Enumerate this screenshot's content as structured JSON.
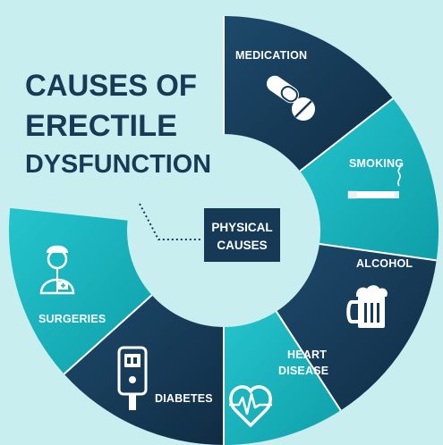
{
  "title": {
    "line1": "CAUSES OF",
    "line2": "ERECTILE",
    "line3": "DYSFUNCTION"
  },
  "center": {
    "line1": "PHYSICAL",
    "line2": "CAUSES"
  },
  "segments": [
    {
      "label": "MEDICATION",
      "icon": "pills-icon"
    },
    {
      "label": "SMOKING",
      "icon": "cigarette-icon"
    },
    {
      "label": "ALCOHOL",
      "icon": "beer-mug-icon"
    },
    {
      "label_line1": "HEART",
      "label_line2": "DISEASE",
      "icon": "heart-pulse-icon"
    },
    {
      "label": "DIABETES",
      "icon": "glucose-meter-icon"
    },
    {
      "label": "SURGERIES",
      "icon": "surgeon-icon"
    }
  ],
  "colors": {
    "background": "#c9eef0",
    "dark_navy": "#163a56",
    "teal": "#17b2bd",
    "title_text": "#173a55",
    "white": "#ffffff"
  }
}
